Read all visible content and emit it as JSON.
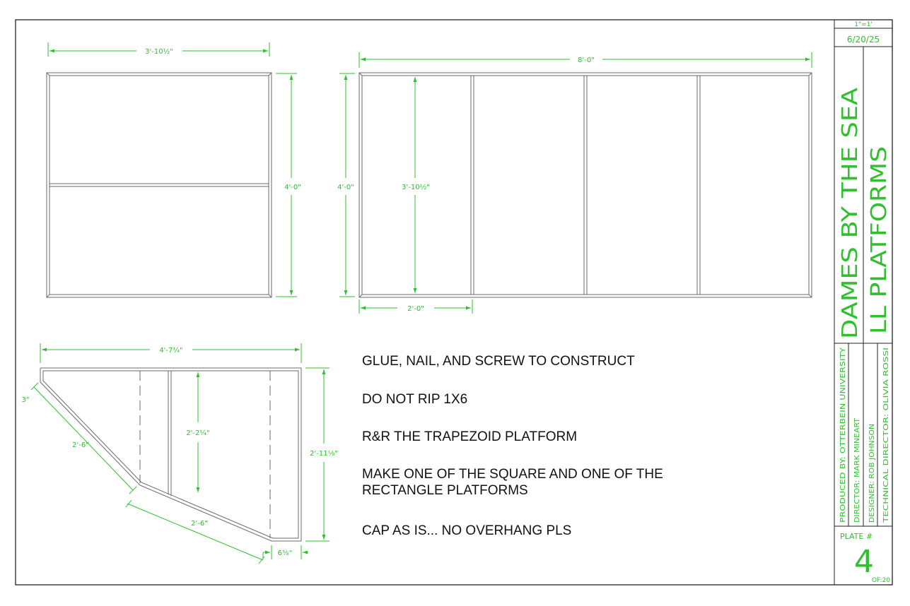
{
  "colors": {
    "dimension": "#2fbf2f",
    "linework": "#6a6a6a",
    "border": "#222222",
    "text": "#111111"
  },
  "dimensions": {
    "square_width": "3'-10½\"",
    "square_height": "4'-0\"",
    "rect_width": "8'-0\"",
    "rect_height": "4'-0\"",
    "rect_inner": "3'-10½\"",
    "rect_bay": "2'-0\"",
    "trap_width": "4'-7¼\"",
    "trap_corner": "3\"",
    "trap_slope_upper": "2'-6\"",
    "trap_slope_lower": "2'-6\"",
    "trap_inner_height": "2'-2¼\"",
    "trap_height": "2'-11⅛\"",
    "trap_end": "6⅜\""
  },
  "notes": [
    "GLUE, NAIL, AND SCREW TO CONSTRUCT",
    "DO NOT RIP 1X6",
    "R&R THE TRAPEZOID PLATFORM",
    "MAKE ONE OF THE SQUARE AND ONE OF THE RECTANGLE PLATFORMS",
    "CAP AS IS... NO OVERHANG PLS"
  ],
  "title_block": {
    "scale": "1\"=1'",
    "date": "6/20/25",
    "show_title": "DAMES BY THE SEA",
    "drawing_title": "LL PLATFORMS",
    "produced_by": "PRODUCED BY: OTTERBEIN UNIVERSITY",
    "director": "DIRECTOR: MARK MINEART",
    "designer": "DESIGNER: ROB JOHNSON",
    "technical_director": "TECHNICAL DIRECTOR: OLIVIA ROSSI",
    "plate_label": "PLATE #",
    "plate_number": "4",
    "plate_total": "OF:20"
  }
}
